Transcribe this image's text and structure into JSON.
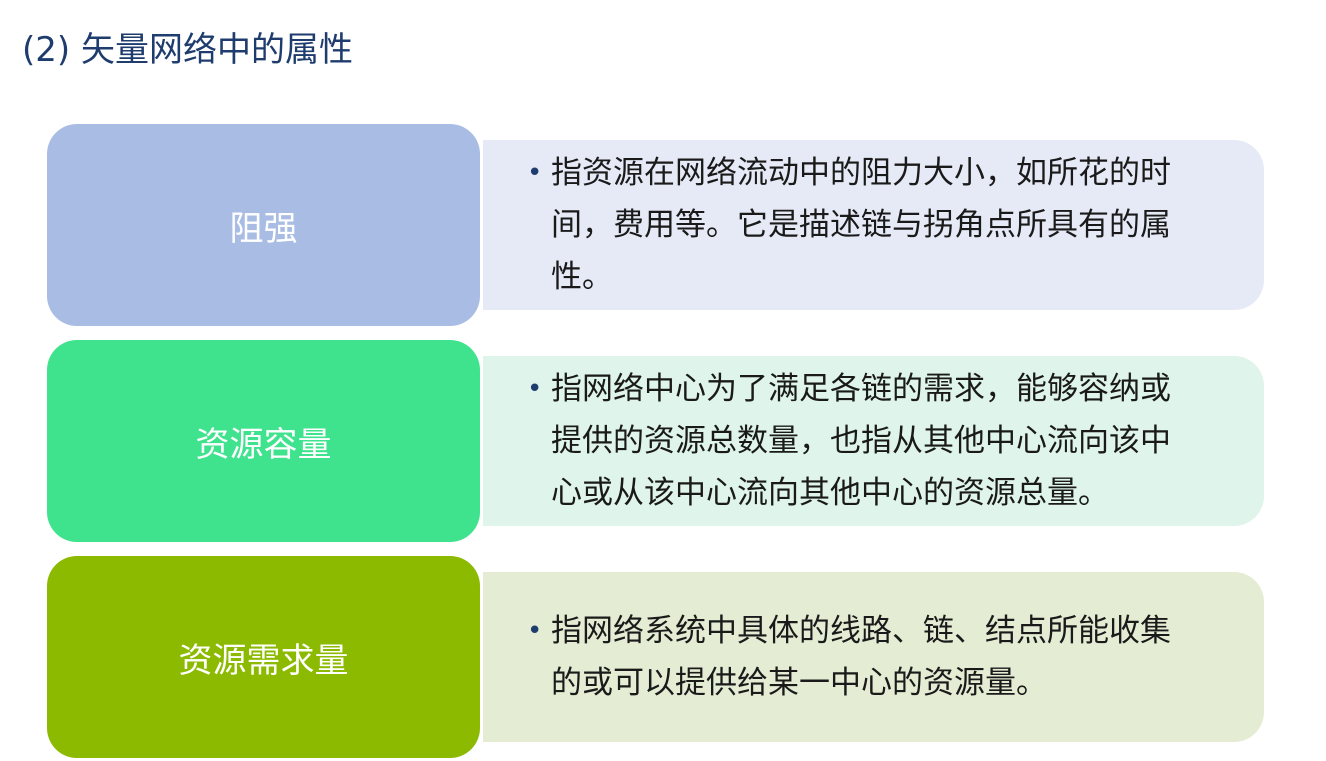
{
  "title": "(2) 矢量网络中的属性",
  "bullet_glyph": "•",
  "rows": [
    {
      "label": "阻强",
      "description": "指资源在网络流动中的阻力大小，如所花的时间，费用等。它是描述链与拐角点所具有的属性。",
      "label_color": "#a9bde4",
      "panel_color": "#e5eaf6"
    },
    {
      "label": "资源容量",
      "description": "指网络中心为了满足各链的需求，能够容纳或提供的资源总数量，也指从其他中心流向该中心或从该中心流向其他中心的资源总量。",
      "label_color": "#3fe38e",
      "panel_color": "#dff4ea"
    },
    {
      "label": "资源需求量",
      "description": "指网络系统中具体的线路、链、结点所能收集的或可以提供给某一中心的资源量。",
      "label_color": "#8bba00",
      "panel_color": "#e4ecd4"
    }
  ]
}
